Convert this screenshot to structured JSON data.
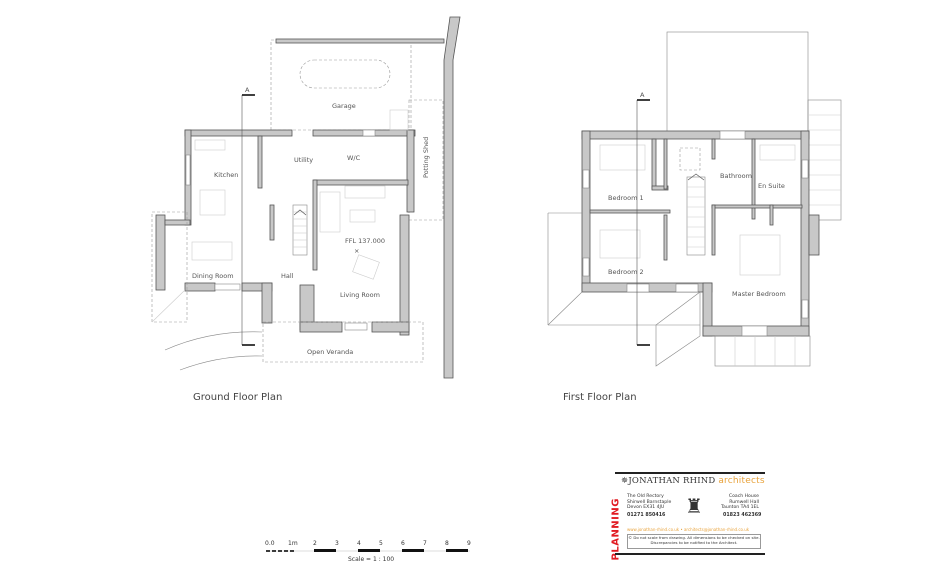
{
  "ground_floor": {
    "title": "Ground Floor Plan",
    "section_marker": "A",
    "ffl": "FFL 137.000",
    "rooms": {
      "garage": "Garage",
      "potting_shed": "Potting Shed",
      "utility": "Utility",
      "wc": "W/C",
      "kitchen": "Kitchen",
      "dining_room": "Dining Room",
      "hall": "Hall",
      "living_room": "Living Room",
      "open_veranda": "Open Veranda"
    }
  },
  "first_floor": {
    "title": "First Floor Plan",
    "section_marker": "A",
    "rooms": {
      "bedroom1": "Bedroom 1",
      "bathroom": "Bathroom",
      "en_suite": "En Suite",
      "bedroom2": "Bedroom 2",
      "master_bedroom": "Master Bedroom"
    }
  },
  "scale_bar": {
    "ticks": [
      "0.0",
      "1m",
      "2",
      "3",
      "4",
      "5",
      "6",
      "7",
      "8",
      "9"
    ],
    "label": "Scale = 1 : 100"
  },
  "title_block": {
    "firm_name": "JONATHAN RHIND",
    "firm_suffix": "architects",
    "stamp": "PLANNING",
    "office_left": [
      "The Old Rectory",
      "Shirwell Barnstaple",
      "Devon  EX31 4JU"
    ],
    "phone_left": "01271  850416",
    "office_right": [
      "Coach House",
      "Rumwell Hall",
      "Taunton  TA4 1EL"
    ],
    "phone_right": "01823  462369",
    "web": "www.jonathan-rhind.co.uk  •  architects@jonathan-rhind.co.uk",
    "note_line1": "© Do not scale from drawing. All dimensions to be checked on site.",
    "note_line2": "Discrepancies to be notified to the Architect.",
    "accent_color": "#e8a33d",
    "stamp_color": "#e11b22"
  }
}
